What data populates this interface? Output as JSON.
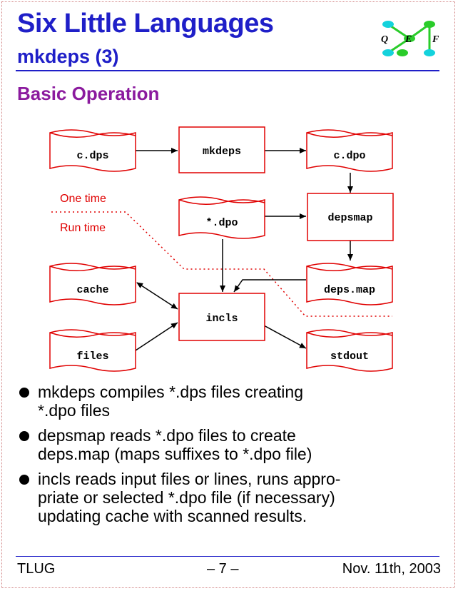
{
  "header": {
    "title": "Six Little Languages",
    "subtitle": "mkdeps (3)",
    "section": "Basic Operation"
  },
  "logo": {
    "letters": [
      "Q",
      "E",
      "F"
    ],
    "node_color": "#14d2dc",
    "accent_color": "#2acc2a"
  },
  "diagram": {
    "nodes": {
      "cdps": "c.dps",
      "mkdeps": "mkdeps",
      "cdpo": "c.dpo",
      "stardpo": "*.dpo",
      "depsmap": "depsmap",
      "depsmapfile": "deps.map",
      "cache": "cache",
      "incls": "incls",
      "files": "files",
      "stdout": "stdout"
    },
    "one_time_label": "One time",
    "run_time_label": "Run time",
    "stroke_color": "#e00000"
  },
  "bullets": [
    {
      "line1": "mkdeps compiles *.dps files creating",
      "line2": "*.dpo files",
      "line3": ""
    },
    {
      "line1": "depsmap reads *.dpo files to create",
      "line2": "deps.map (maps suffixes to *.dpo file)",
      "line3": ""
    },
    {
      "line1": "incls reads input files or lines, runs appro-",
      "line2": "priate or selected *.dpo file (if necessary)",
      "line3": "updating cache with scanned results."
    }
  ],
  "footer": {
    "left": "TLUG",
    "center": "– 7 –",
    "right": "Nov. 11th, 2003"
  }
}
